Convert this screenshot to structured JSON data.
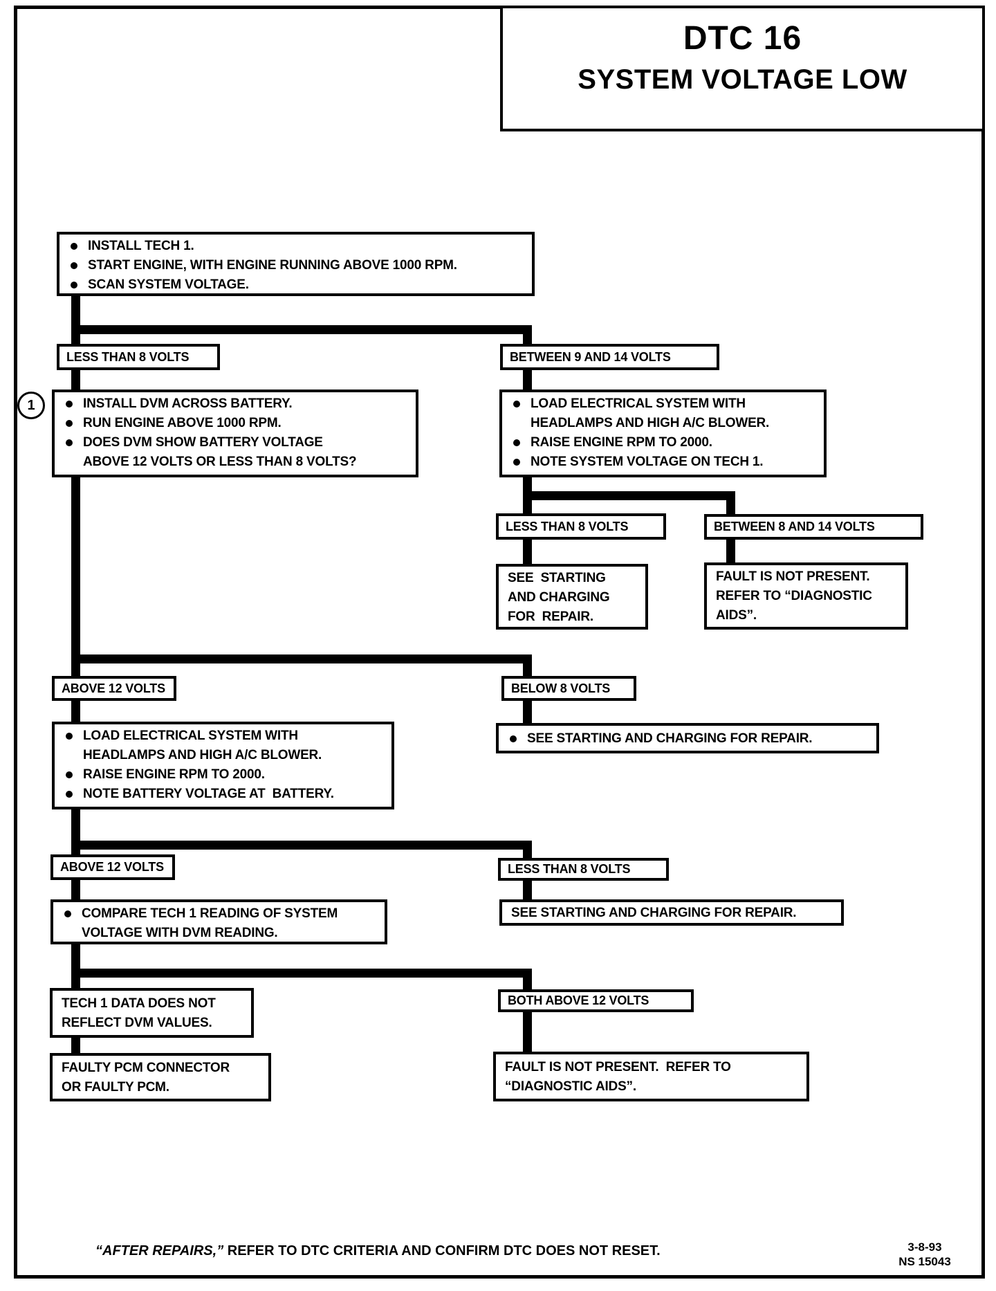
{
  "header": {
    "dtc_code": "DTC 16",
    "dtc_name": "SYSTEM VOLTAGE LOW"
  },
  "step_marker": "1",
  "icons": {
    "bullet": "filled-circle"
  },
  "boxes": {
    "initial": {
      "lines": [
        "INSTALL TECH 1.",
        "START ENGINE, WITH ENGINE RUNNING ABOVE 1000 RPM.",
        "SCAN SYSTEM VOLTAGE."
      ]
    },
    "dvm_check": {
      "lines": [
        "INSTALL DVM ACROSS BATTERY.",
        "RUN ENGINE ABOVE 1000 RPM.",
        "DOES DVM SHOW BATTERY VOLTAGE",
        "ABOVE 12 VOLTS OR LESS THAN 8 VOLTS?"
      ]
    },
    "load_tech1": {
      "lines": [
        "LOAD ELECTRICAL SYSTEM WITH",
        "HEADLAMPS AND HIGH A/C BLOWER.",
        "RAISE ENGINE RPM TO 2000.",
        "NOTE SYSTEM VOLTAGE ON TECH 1."
      ]
    },
    "see_starting_stack": {
      "lines": [
        "SEE  STARTING",
        "AND CHARGING",
        "FOR  REPAIR."
      ]
    },
    "fault_not_present_1": {
      "lines": [
        "FAULT IS NOT PRESENT.",
        "REFER TO “DIAGNOSTIC",
        "AIDS”."
      ]
    },
    "load_battery": {
      "lines": [
        "LOAD ELECTRICAL SYSTEM WITH",
        "HEADLAMPS AND HIGH A/C BLOWER.",
        "RAISE ENGINE RPM TO 2000.",
        "NOTE BATTERY VOLTAGE AT  BATTERY."
      ]
    },
    "see_starting_bullet": {
      "lines": [
        "SEE STARTING AND CHARGING FOR REPAIR."
      ]
    },
    "compare_readings": {
      "lines": [
        "COMPARE TECH 1 READING OF SYSTEM",
        "VOLTAGE WITH DVM READING."
      ]
    },
    "see_starting_plain": {
      "lines": [
        "SEE STARTING AND CHARGING FOR REPAIR."
      ]
    },
    "tech1_mismatch": {
      "lines": [
        "TECH 1 DATA DOES NOT",
        "REFLECT DVM VALUES."
      ]
    },
    "faulty_pcm": {
      "lines": [
        "FAULTY PCM CONNECTOR",
        "OR FAULTY PCM."
      ]
    },
    "fault_not_present_2": {
      "lines": [
        "FAULT IS NOT PRESENT.  REFER TO",
        "“DIAGNOSTIC AIDS”."
      ]
    }
  },
  "labels": {
    "less_than_8_volts_1": "LESS THAN 8 VOLTS",
    "between_9_and_14_volts": "BETWEEN 9 AND 14 VOLTS",
    "less_than_8_volts_2": "LESS THAN 8 VOLTS",
    "between_8_and_14_volts": "BETWEEN 8 AND 14 VOLTS",
    "above_12_volts_1": "ABOVE 12 VOLTS",
    "below_8_volts": "BELOW 8 VOLTS",
    "above_12_volts_2": "ABOVE 12 VOLTS",
    "less_than_8_volts_3": "LESS THAN 8 VOLTS",
    "both_above_12_volts": "BOTH ABOVE 12 VOLTS"
  },
  "footer": {
    "note_quoted": "“AFTER REPAIRS,”",
    "note_rest": " REFER TO DTC CRITERIA AND CONFIRM DTC DOES NOT RESET.",
    "date": "3-8-93",
    "form_number": "NS 15043"
  }
}
